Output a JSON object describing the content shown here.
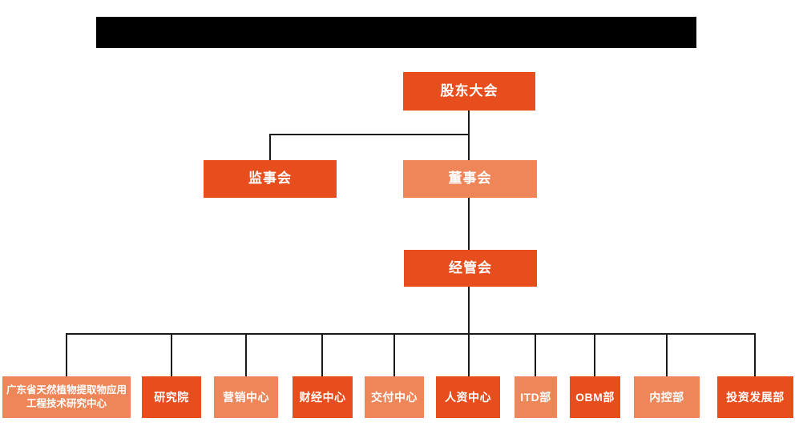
{
  "colors": {
    "primary": "#E84E1D",
    "secondary": "#EF8659",
    "connector": "#1A1A1A",
    "redacted_bar": "#000000"
  },
  "org_chart": {
    "root": {
      "label": "股东大会"
    },
    "level_2": [
      {
        "label": "监事会"
      },
      {
        "label": "董事会"
      }
    ],
    "level_3": [
      {
        "label": "经管会"
      }
    ],
    "departments": [
      {
        "label": "广东省天然植物提取物应用工程技术研究中心"
      },
      {
        "label": "研究院"
      },
      {
        "label": "营销中心"
      },
      {
        "label": "财经中心"
      },
      {
        "label": "交付中心"
      },
      {
        "label": "人资中心"
      },
      {
        "label": "ITD部"
      },
      {
        "label": "OBM部"
      },
      {
        "label": "内控部"
      },
      {
        "label": "投资发展部"
      }
    ]
  }
}
